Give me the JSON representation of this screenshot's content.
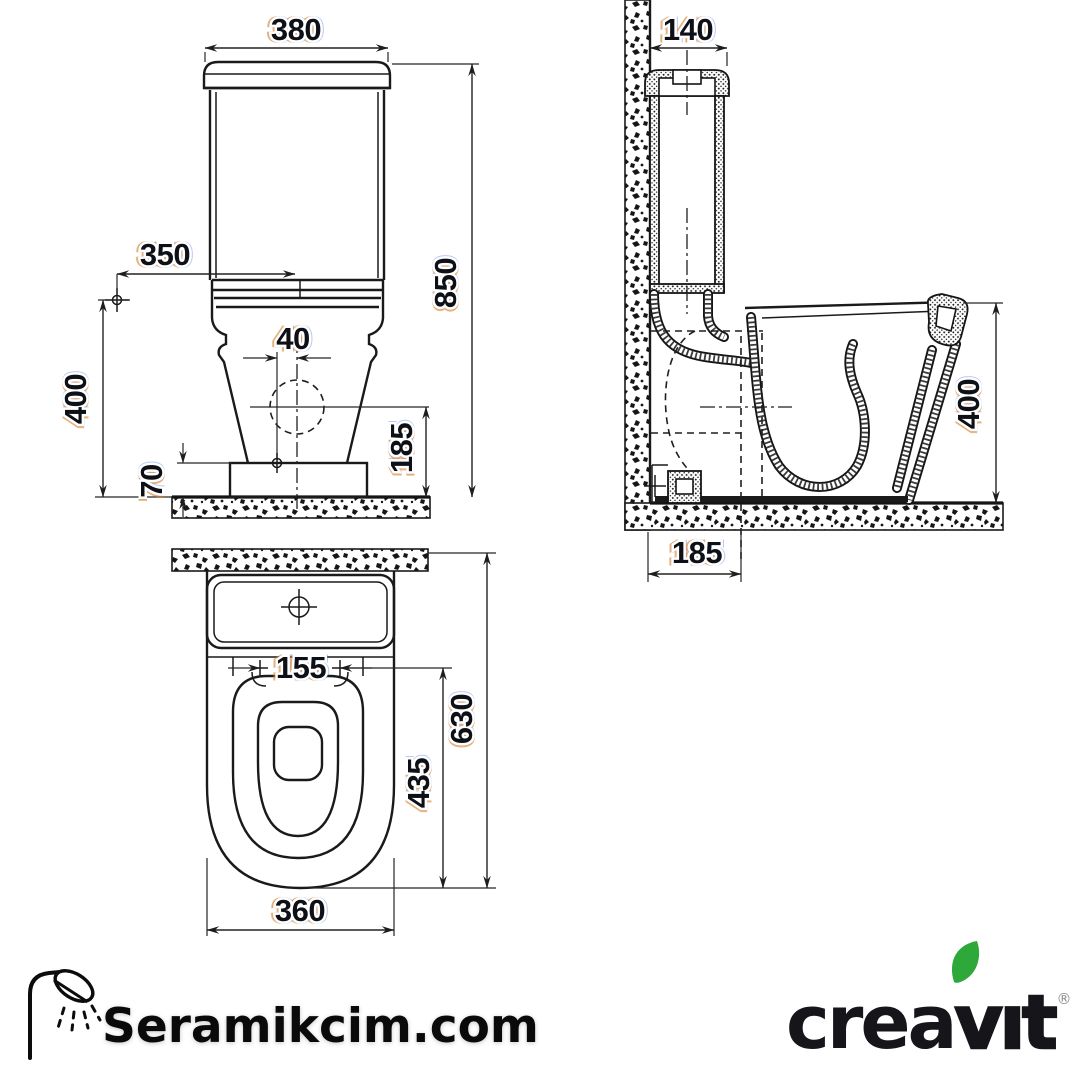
{
  "drawing": {
    "front_view": {
      "dimensions": {
        "cistern_width": "380",
        "overall_height": "850",
        "water_inlet_offset": "350",
        "water_inlet_height": "400",
        "outlet_offset": "40",
        "outlet_height": "185",
        "base_height": "70"
      }
    },
    "side_view": {
      "dimensions": {
        "cistern_depth": "140",
        "bowl_height": "400",
        "outlet_from_wall": "185"
      }
    },
    "top_view": {
      "dimensions": {
        "seat_hole_spacing": "155",
        "overall_depth": "630",
        "seat_length": "435",
        "bowl_width": "360"
      }
    }
  },
  "footer": {
    "store_logo": {
      "text": "Seramikcim.com"
    },
    "brand_logo": {
      "text_regular": "crea",
      "text_bold": "vıt",
      "registered_mark": "®",
      "leaf_color": "#2fa83a"
    }
  }
}
